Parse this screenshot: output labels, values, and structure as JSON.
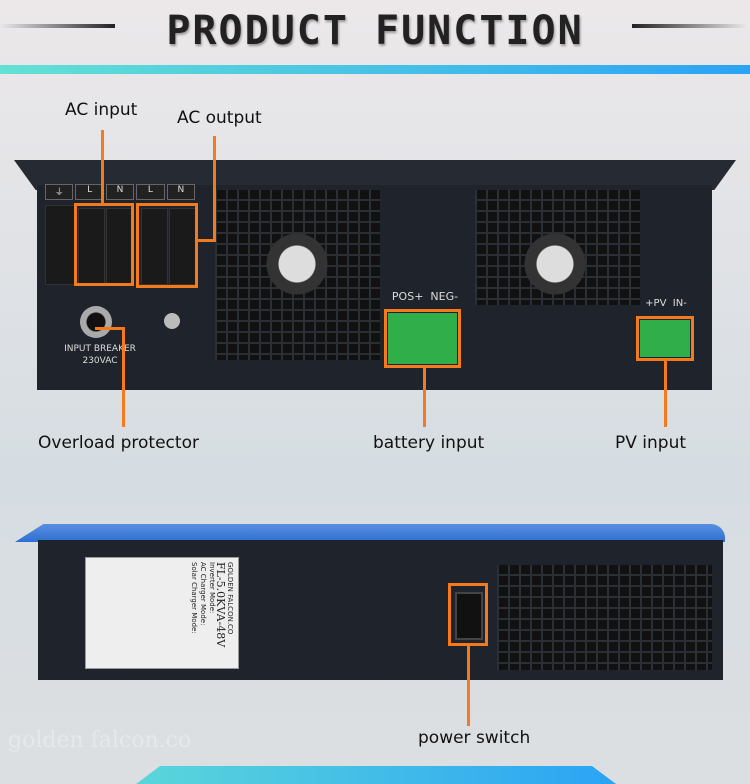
{
  "header": {
    "title": "PRODUCT FUNCTION"
  },
  "device_rear": {
    "terminal_labels": [
      "⏚",
      "L",
      "N",
      "L",
      "N"
    ],
    "breaker_text": [
      "INPUT BREAKER",
      "230VAC"
    ],
    "battery_terminal_text": "POS+  NEG-",
    "pv_terminal_text": "+PV  IN-"
  },
  "callouts": {
    "ac_input": "AC input",
    "ac_output": "AC output",
    "overload_protector": "Overload protector",
    "battery_input": "battery input",
    "pv_input": "PV input",
    "power_switch": "power switch"
  },
  "device_side": {
    "label": {
      "brand": "GOLDEN FALCON.CO",
      "model": "FL-5.0KVA-48V",
      "lines": [
        "Inverter Mode:",
        "AC Charger Mode:",
        "Solar Charger Mode:"
      ]
    }
  },
  "watermark": "golden falcon.co",
  "colors": {
    "accent": "#f57a1e",
    "bar_start": "#63e1d4",
    "bar_end": "#2ba3f5",
    "device": "#1f242c",
    "side_blue": "#2d6fd1"
  }
}
